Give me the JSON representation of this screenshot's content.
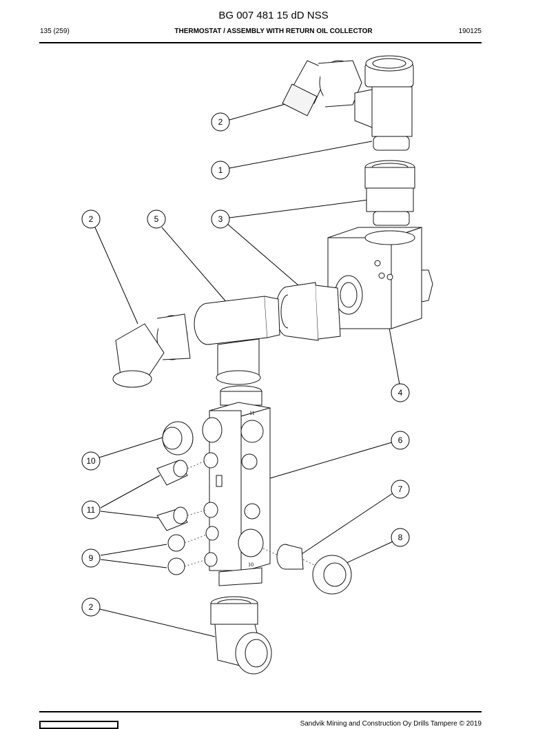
{
  "header": {
    "doc_title": "BG 007 481 15 dD NSS",
    "page_ref": "135 (259)",
    "section_title": "THERMOSTAT / ASSEMBLY WITH RETURN OIL COLLECTOR",
    "doc_number": "190125"
  },
  "drawing": {
    "callouts": [
      "1",
      "2",
      "2",
      "2",
      "3",
      "4",
      "5",
      "6",
      "7",
      "8",
      "9",
      "10",
      "11"
    ],
    "block_marks": [
      "11",
      "10"
    ]
  },
  "footer": {
    "copyright": "Sandvik Mining and Construction Oy Drills Tampere © 2019"
  }
}
